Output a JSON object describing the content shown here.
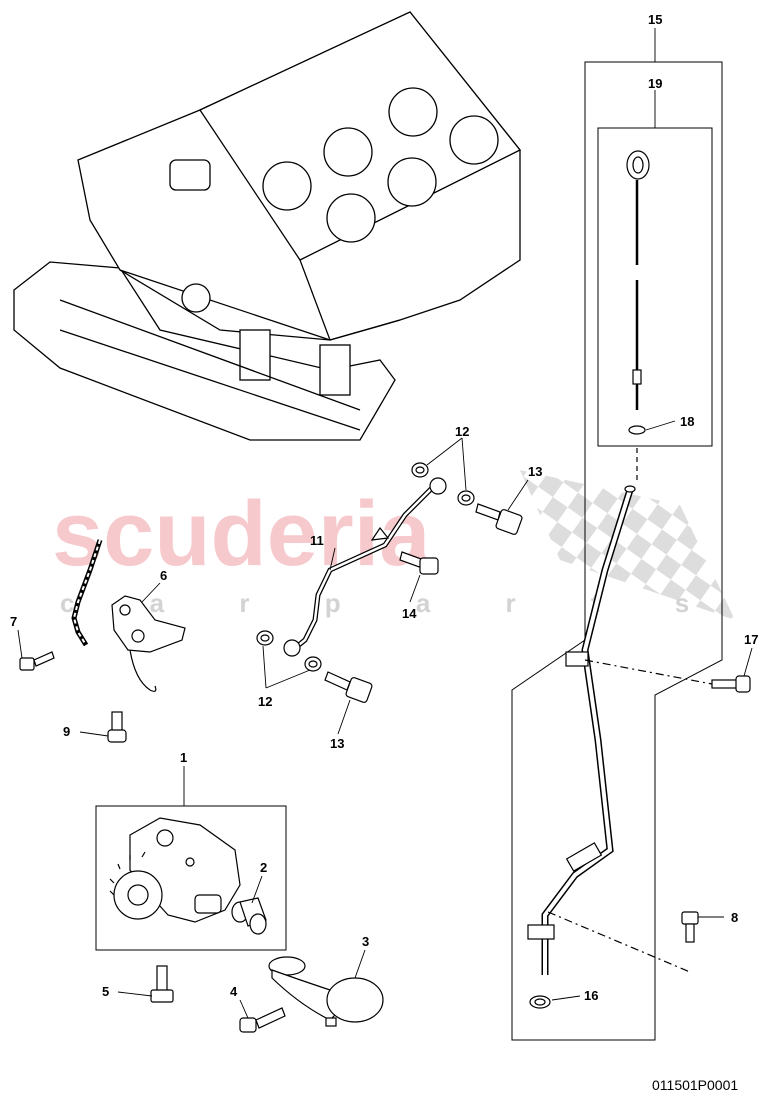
{
  "watermark": {
    "brand": "scuderia",
    "tagline": "c a r   p a r t s",
    "color": "#f4b8bd",
    "checker_color": "#d7d7d7"
  },
  "reference_code": "011501P0001",
  "callouts": {
    "c1": "1",
    "c2": "2",
    "c3": "3",
    "c4": "4",
    "c5": "5",
    "c6": "6",
    "c7": "7",
    "c8": "8",
    "c9": "9",
    "c11": "11",
    "c12a": "12",
    "c12b": "12",
    "c13a": "13",
    "c13b": "13",
    "c14": "14",
    "c15": "15",
    "c16": "16",
    "c17": "17",
    "c18": "18",
    "c19": "19"
  },
  "parts": {
    "engine_block": "engine-block-icon",
    "oil_pump": "oil-pump-icon",
    "dipstick": "dipstick-icon",
    "guide_tube": "dipstick-guide-tube-icon",
    "oil_line": "oil-line-icon",
    "chain": "drive-chain-icon",
    "tensioner": "chain-tensioner-icon",
    "pickup": "oil-pickup-icon"
  }
}
